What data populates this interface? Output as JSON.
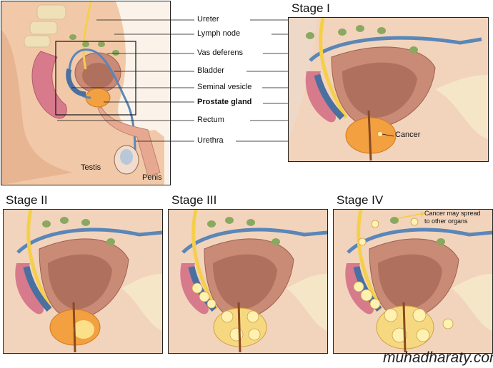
{
  "overview": {
    "labels": {
      "ureter": "Ureter",
      "lymph_node": "Lymph node",
      "vas_deferens": "Vas deferens",
      "bladder": "Bladder",
      "seminal_vesicle": "Seminal vesicle",
      "prostate_gland": "Prostate gland",
      "rectum": "Rectum",
      "urethra": "Urethra",
      "testis": "Testis",
      "penis": "Penis"
    }
  },
  "stages": {
    "stage1": {
      "title": "Stage I",
      "cancer_label": "Cancer"
    },
    "stage2": {
      "title": "Stage II"
    },
    "stage3": {
      "title": "Stage III"
    },
    "stage4": {
      "title": "Stage IV",
      "note_line1": "Cancer may spread",
      "note_line2": "to other organs"
    }
  },
  "watermark": "muhadharaty.com",
  "colors": {
    "skin": "#f2c9a8",
    "bladder": "#c98a76",
    "prostate": "#f2a040",
    "vas": "#5a86b8",
    "ureter": "#f5cf4a",
    "lymph": "#8aa860",
    "cancer": "#fff2b0",
    "rectum": "#d77a8c"
  }
}
